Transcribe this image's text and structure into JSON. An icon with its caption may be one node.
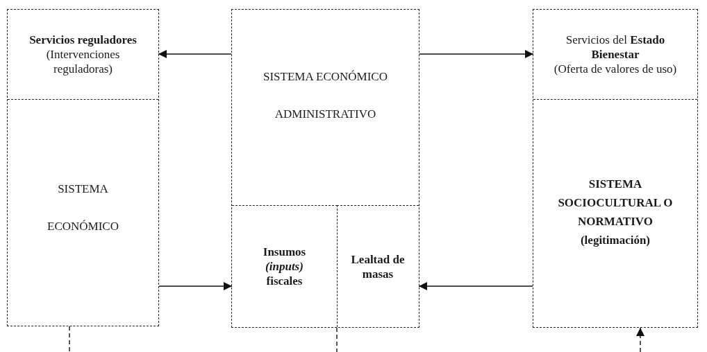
{
  "diagram": {
    "nodes": [
      {
        "text": [
          "SISTEMA ECONÓMICO"
        ]
      },
      {
        "text": [
          "Servicios reguladores",
          "(Intervenciones reguladoras)"
        ],
        "in": 0
      },
      {
        "text": [
          "SISTEMA ECONÓMICO ADMINISTRATIVO"
        ]
      },
      {
        "text": [
          "**Insumos** *(inputs)* **fiscales**"
        ],
        "in": 2
      },
      {
        "text": [
          "Lealtad de masas"
        ],
        "in": 2
      },
      {
        "text": [
          "SISTEMA SOCIOCULTURAL O NORMATIVO (legitimación)"
        ]
      },
      {
        "text": [
          "Servicios del **Estado Bienestar**",
          "(Oferta de valores de uso)"
        ],
        "in": 5
      }
    ],
    "edges": [
      {
        "from": 2,
        "to": 1,
        "arrow": "to"
      },
      {
        "from": 2,
        "to": 6,
        "arrow": "to"
      },
      {
        "from": 0,
        "to": 3,
        "arrow": "to"
      },
      {
        "from": 5,
        "to": 4,
        "arrow": "to"
      },
      {
        "from": 0,
        "to": null,
        "arrow": "none",
        "style": "dashed"
      },
      {
        "from": 2,
        "to": null,
        "arrow": "none",
        "style": "dashed"
      },
      {
        "from": null,
        "to": 5,
        "arrow": "to",
        "style": "dashed"
      }
    ]
  }
}
